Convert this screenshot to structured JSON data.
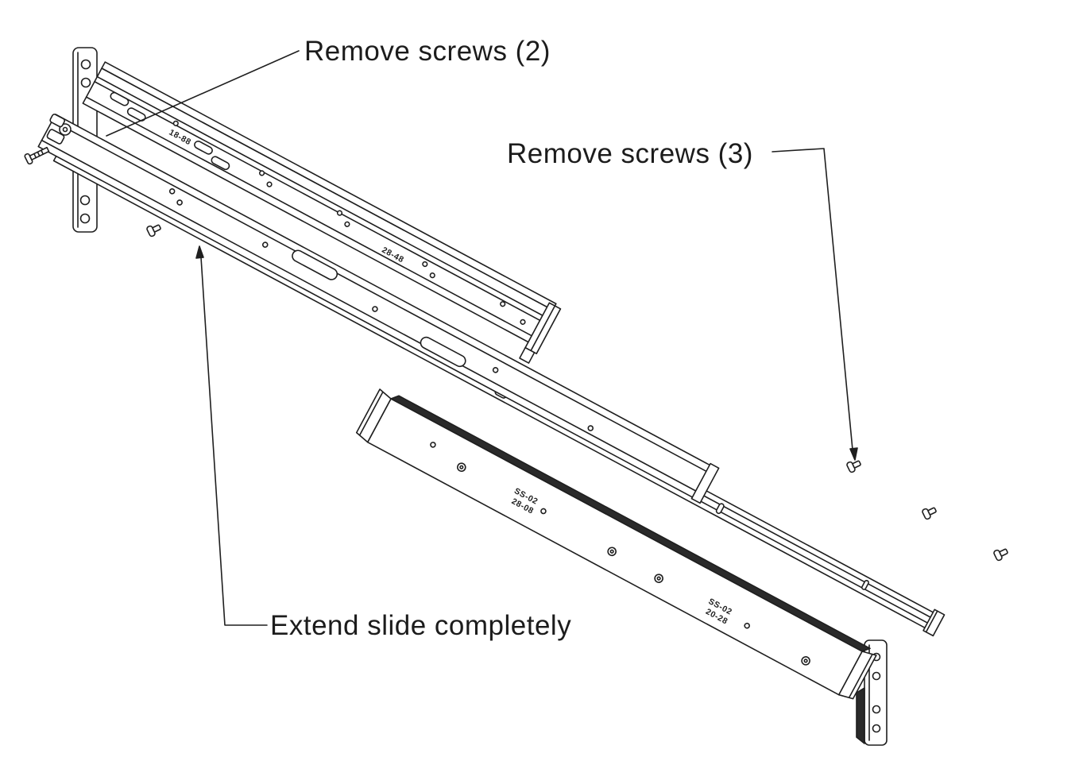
{
  "figure": {
    "background": "#ffffff",
    "ink": "#1f1f1f",
    "callouts": {
      "remove_screws_2": "Remove screws (2)",
      "remove_screws_3": "Remove screws (3)",
      "extend_slide": "Extend slide completely"
    },
    "stamped_markings": {
      "outer_rail_a": "18-88",
      "outer_rail_b": "28-48",
      "inner_rail_a_line1": "SS-02",
      "inner_rail_a_line2": "28-08",
      "inner_rail_b_line1": "SS-02",
      "inner_rail_b_line2": "20-28"
    }
  }
}
